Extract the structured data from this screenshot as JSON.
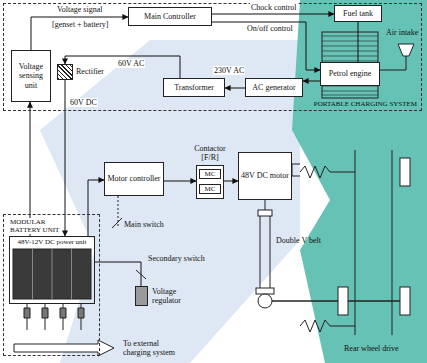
{
  "diagram": {
    "nodes": [
      {
        "text": [
          "PORTABLE CHARGING SYSTEM"
        ]
      },
      {
        "text": [
          "Main Controller"
        ],
        "in": 0
      },
      {
        "text": [
          "Fuel tank"
        ],
        "in": 0
      },
      {
        "text": [
          "Voltage sensing unit"
        ],
        "in": 0
      },
      {
        "text": [
          "Rectifier"
        ],
        "in": 0
      },
      {
        "text": [
          "Transformer"
        ],
        "in": 0
      },
      {
        "text": [
          "AC generator"
        ],
        "in": 0
      },
      {
        "text": [
          "Petrol engine"
        ],
        "in": 0
      },
      {
        "text": [
          "Motor controller"
        ]
      },
      {
        "text": [
          "Contactor [F/R]",
          "MC",
          "MC"
        ]
      },
      {
        "text": [
          "48V DC motor"
        ]
      },
      {
        "text": [
          "MODULAR BATTERY UNIT"
        ]
      },
      {
        "text": [
          "48V-12V DC power unit"
        ],
        "in": 11
      },
      {
        "text": [
          "Voltage regulator"
        ]
      }
    ],
    "edges": [
      {
        "from": 3,
        "to": 1,
        "arrow": "to",
        "label": "Voltage signal"
      },
      {
        "from": 1,
        "to": 2,
        "arrow": "to",
        "label": "Chock control"
      },
      {
        "from": 1,
        "to": 7,
        "arrow": "to",
        "label": "On/off control"
      },
      {
        "from": 2,
        "to": 7,
        "arrow": "none"
      },
      {
        "from": 7,
        "to": 6,
        "arrow": "to"
      },
      {
        "from": 6,
        "to": 5,
        "arrow": "to",
        "label": "230V AC"
      },
      {
        "from": 5,
        "to": 4,
        "arrow": "to",
        "label": "60V AC"
      },
      {
        "from": 4,
        "to": 12,
        "arrow": "to",
        "label": "60V DC"
      },
      {
        "from": 12,
        "to": 3,
        "arrow": "to"
      },
      {
        "from": 12,
        "to": 8,
        "arrow": "to"
      },
      {
        "from": 8,
        "to": 9,
        "arrow": "to"
      },
      {
        "from": 9,
        "to": 10,
        "arrow": "to"
      },
      {
        "from": 12,
        "to": 13,
        "arrow": "none"
      }
    ],
    "labels": [
      "[genset + battery]",
      "Air intake",
      "Main switch",
      "Secondary switch",
      "Double V belt",
      "Rear wheel drive",
      "To external charging system"
    ]
  }
}
